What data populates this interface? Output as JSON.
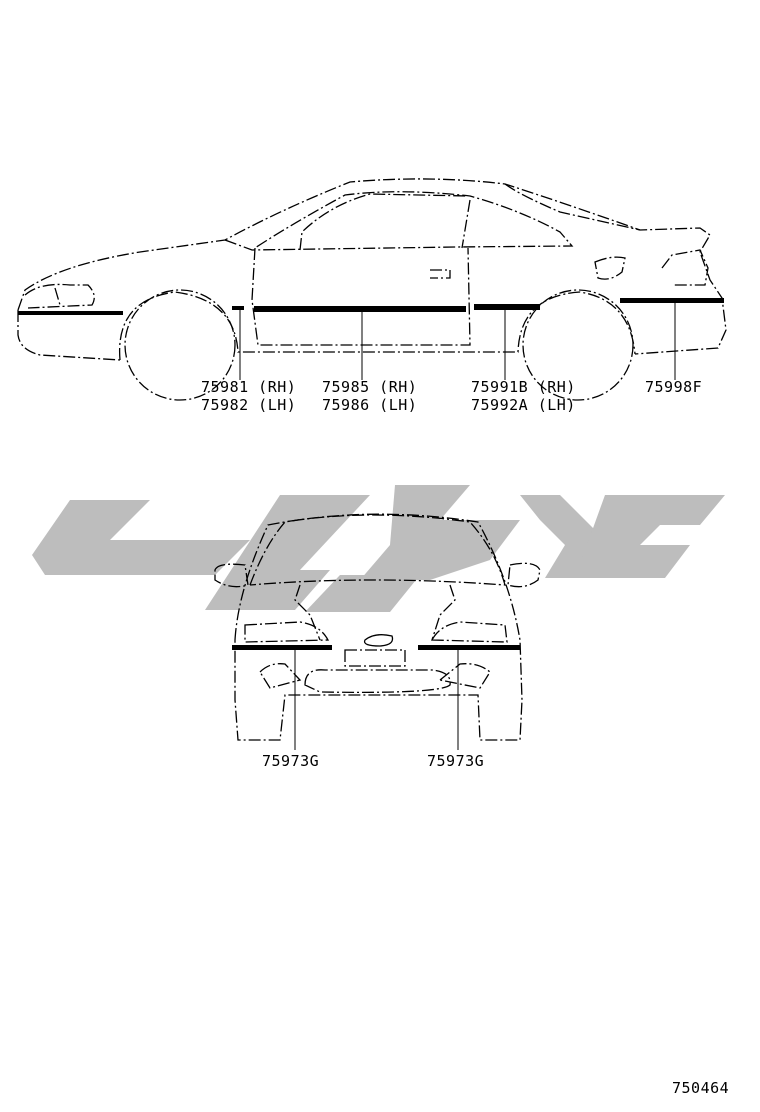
{
  "watermark": {
    "shape_name": "watermark-logo",
    "color": "#bdbdbd"
  },
  "side_view": {
    "parts": [
      {
        "id": "part-75981-75982",
        "lines": [
          "75981 (RH)",
          "75982 (LH)"
        ]
      },
      {
        "id": "part-75985-75986",
        "lines": [
          "75985 (RH)",
          "75986 (LH)"
        ]
      },
      {
        "id": "part-75991b-75992a",
        "lines": [
          "75991B (RH)",
          "75992A (LH)"
        ]
      },
      {
        "id": "part-75998f",
        "lines": [
          "75998F"
        ]
      }
    ]
  },
  "rear_view": {
    "parts": [
      {
        "id": "part-75973g-left",
        "lines": [
          "75973G"
        ]
      },
      {
        "id": "part-75973g-right",
        "lines": [
          "75973G"
        ]
      }
    ]
  },
  "figure_number": "750464"
}
